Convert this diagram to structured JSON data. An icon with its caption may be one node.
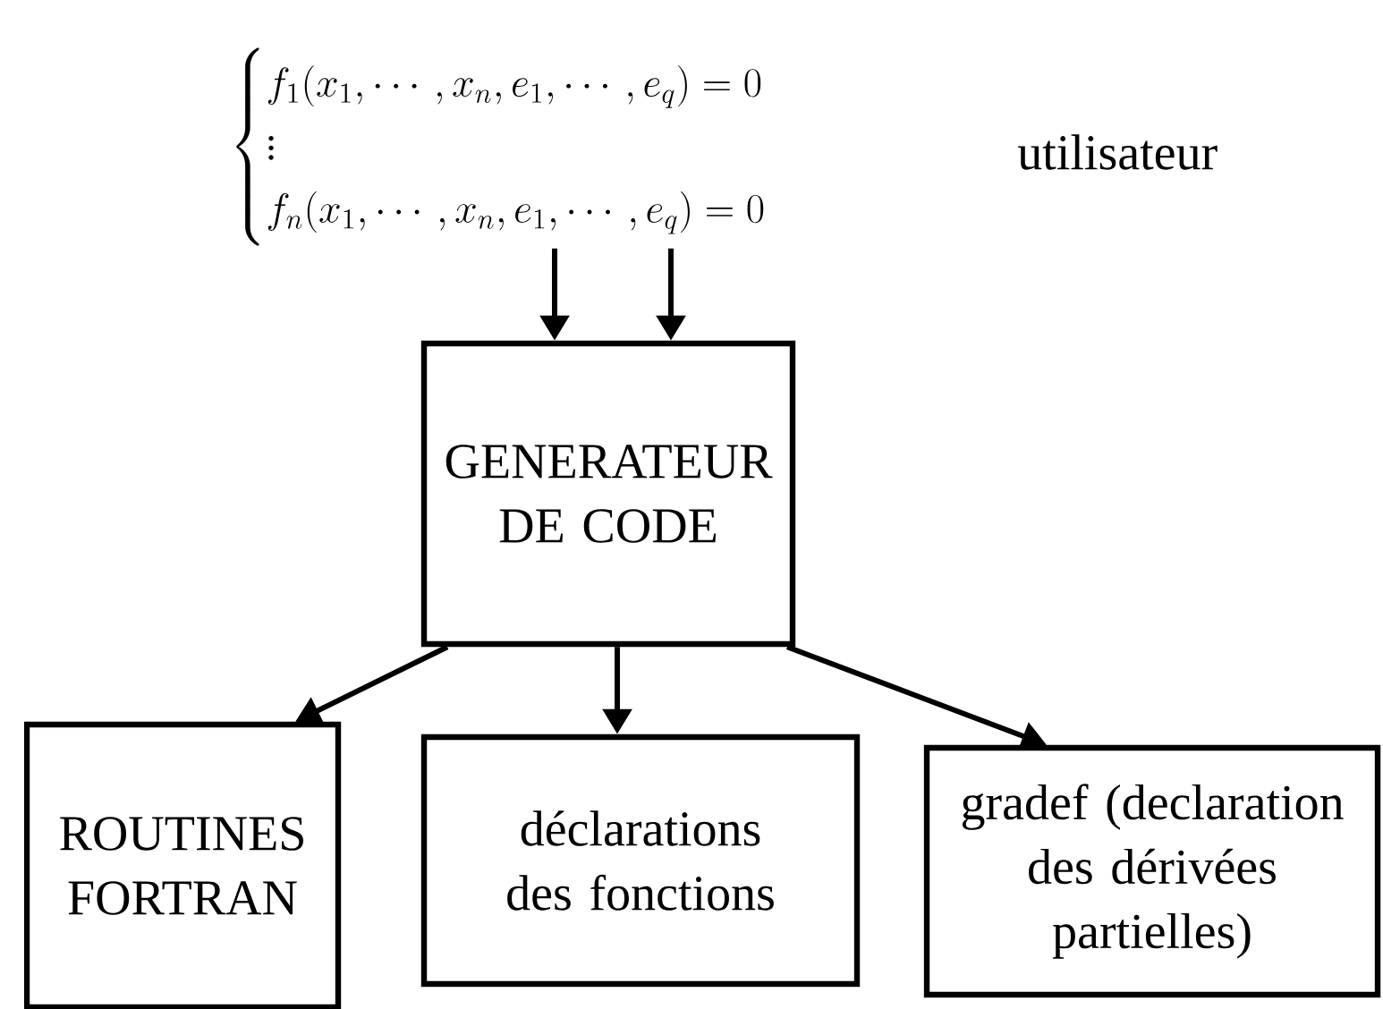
{
  "diagram": {
    "nodes": [
      {
        "text": [
          "\\begin{cases}f_1(x_1,\\cdots,x_n,e_1,\\cdots,e_q)=0\\\\ \\vdots\\\\ f_n(x_1,\\cdots,x_n,e_1,\\cdots,e_q)=0\\end{cases}"
        ]
      },
      {
        "text": [
          "GENERATEUR DE CODE"
        ]
      },
      {
        "text": [
          "ROUTINES FORTRAN"
        ]
      },
      {
        "text": [
          "déclarations des fonctions"
        ]
      },
      {
        "text": [
          "gradef (declaration des dérivées partielles)"
        ]
      }
    ],
    "edges": [
      {
        "from": 0,
        "to": 1,
        "arrow": "to"
      },
      {
        "from": 0,
        "to": 1,
        "arrow": "to"
      },
      {
        "from": 1,
        "to": 2,
        "arrow": "to"
      },
      {
        "from": 1,
        "to": 3,
        "arrow": "to"
      },
      {
        "from": 1,
        "to": 4,
        "arrow": "to"
      }
    ],
    "labels": [
      "utilisateur"
    ]
  }
}
